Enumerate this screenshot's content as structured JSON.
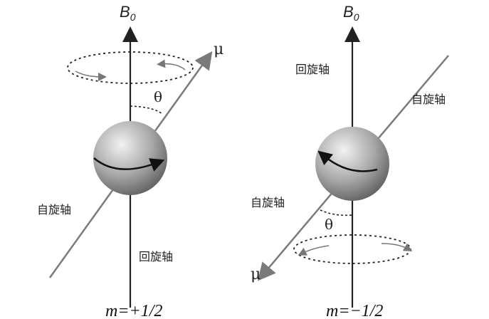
{
  "left": {
    "field_label": "B",
    "field_sub": "0",
    "moment_label": "μ",
    "angle_label": "θ",
    "spin_axis_label": "自旋轴",
    "precession_axis_label": "回旋轴",
    "state_label": "m=+1/2"
  },
  "right": {
    "field_label": "B",
    "field_sub": "0",
    "moment_label": "μ",
    "angle_label": "θ",
    "spin_axis_label_top": "自旋轴",
    "spin_axis_label_bottom": "自旋轴",
    "precession_axis_label": "回旋轴",
    "state_label": "m=−1/2"
  },
  "colors": {
    "axis": "#222222",
    "moment": "#7a7a7a",
    "sphere": "#9a9a9a"
  }
}
